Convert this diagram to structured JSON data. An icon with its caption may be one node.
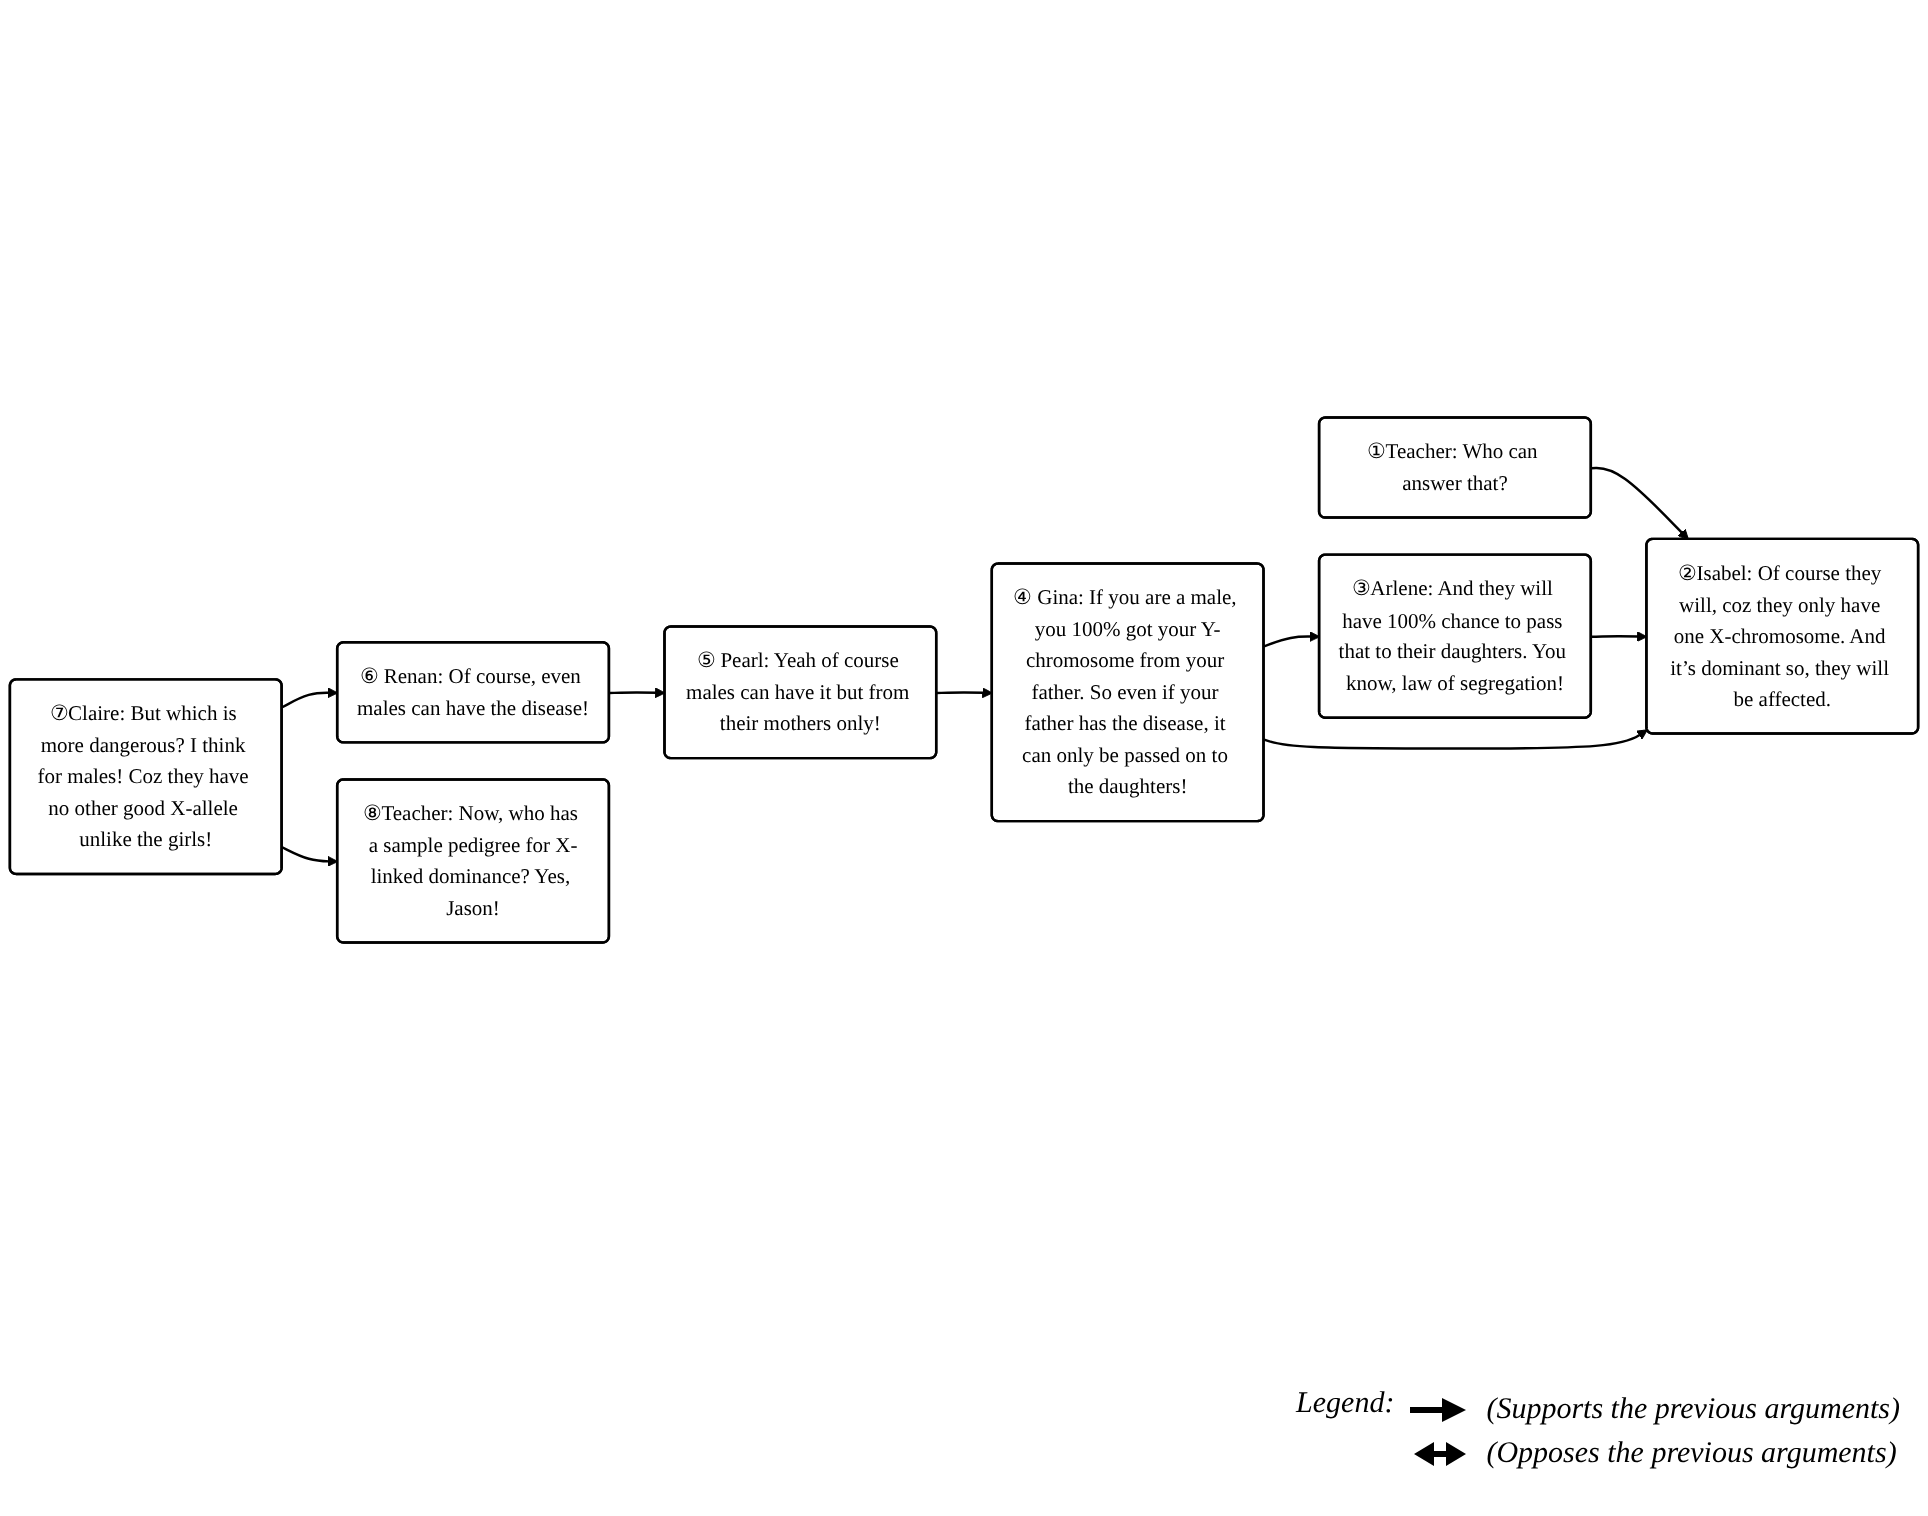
{
  "diagram": {
    "nodes": [
      {
        "text": [
          "①Teacher: Who can answer that?"
        ]
      },
      {
        "text": [
          "②Isabel: Of course they will, coz they only have one X-chromosome. And it’s dominant so, they will be affected."
        ]
      },
      {
        "text": [
          "③Arlene: And they will have 100% chance to pass that to their daughters. You know, law of segregation!"
        ]
      },
      {
        "text": [
          "④ Gina: If you are a male, you 100% got your Y-chromosome from your father. So even if your father has the disease, it can only be passed on to the daughters!"
        ]
      },
      {
        "text": [
          "⑤ Pearl: Yeah of course males can have it but from their mothers only!"
        ]
      },
      {
        "text": [
          "⑥ Renan: Of course, even males can have the disease!"
        ]
      },
      {
        "text": [
          "⑦Claire: But which is more dangerous? I think for males! Coz they have no other good X-allele unlike the girls!"
        ]
      },
      {
        "text": [
          "⑧Teacher: Now, who has a sample pedigree for X-linked dominance? Yes, Jason!"
        ]
      }
    ],
    "edges": [
      {
        "from": 0,
        "to": 1,
        "arrow": "to"
      },
      {
        "from": 2,
        "to": 1,
        "arrow": "to"
      },
      {
        "from": 3,
        "to": 1,
        "arrow": "to"
      },
      {
        "from": 3,
        "to": 2,
        "arrow": "to"
      },
      {
        "from": 5,
        "to": 4,
        "arrow": "to"
      },
      {
        "from": 4,
        "to": 3,
        "arrow": "to"
      },
      {
        "from": 6,
        "to": 5,
        "arrow": "to"
      },
      {
        "from": 6,
        "to": 7,
        "arrow": "to"
      }
    ],
    "labels": [
      "Legend:"
    ],
    "legend": [
      {
        "text": "(Supports the previous arguments)"
      },
      {
        "text": "(Opposes the previous arguments)"
      }
    ]
  }
}
